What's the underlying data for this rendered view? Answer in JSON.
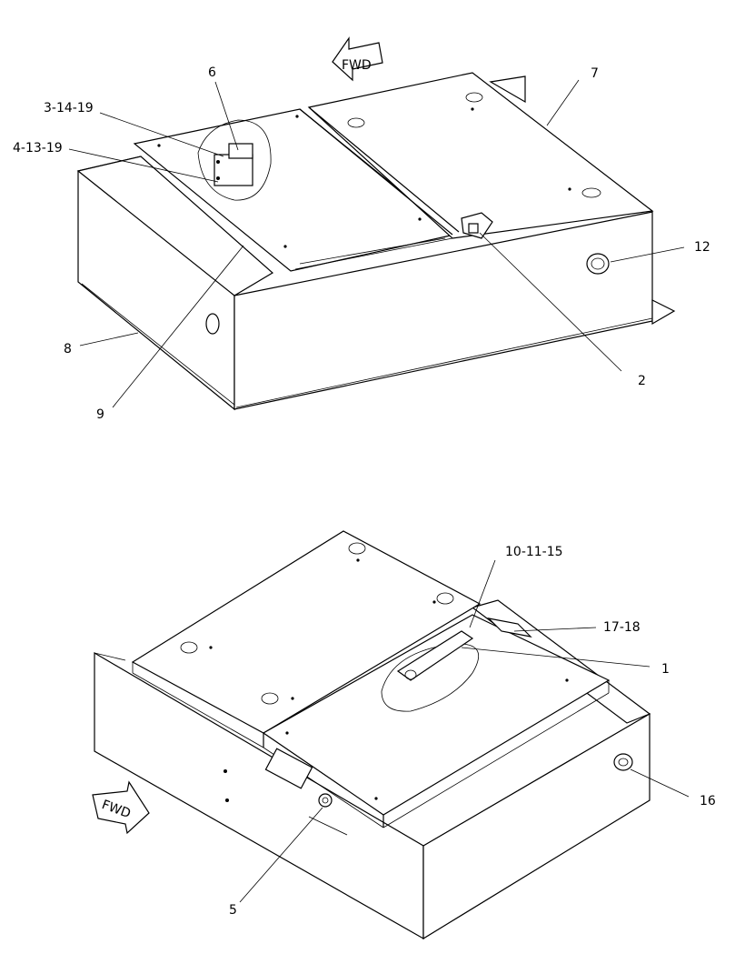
{
  "fwd_label": "FWD",
  "callouts_top": [
    "6",
    "3-14-19",
    "4-13-19",
    "7",
    "12",
    "8",
    "9",
    "2"
  ],
  "callouts_bottom": [
    "10-11-15",
    "17-18",
    "1",
    "16",
    "5"
  ]
}
